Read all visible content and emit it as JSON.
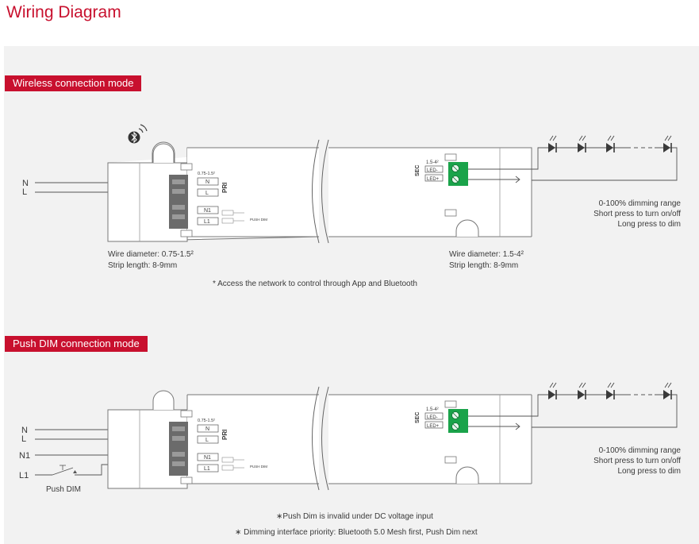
{
  "page": {
    "title": "Wiring Diagram"
  },
  "wireless": {
    "label": "Wireless connection mode",
    "input_terminals": [
      "N",
      "L"
    ],
    "pri_label": "PRI",
    "pri_range": "0.75-1.5²",
    "pri_terminals": [
      "N",
      "L",
      "N1",
      "L1"
    ],
    "push_dim_small": "PUSH DIM",
    "sec_label": "SEC",
    "sec_range": "1.5-4²",
    "sec_terminals": [
      "LED-",
      "LED+"
    ],
    "left_wire": [
      "Wire diameter:  0.75-1.5²",
      "Strip length:  8-9mm"
    ],
    "right_wire": [
      "Wire diameter:  1.5-4²",
      "Strip length:  8-9mm"
    ],
    "dimming": [
      "0-100% dimming range",
      "Short press to turn on/off",
      "Long press to dim"
    ],
    "note": "* Access the network to control through App and Bluetooth"
  },
  "pushdim": {
    "label": "Push DIM connection mode",
    "input_terminals": [
      "N",
      "L",
      "N1",
      "L1"
    ],
    "switch_label": "Push DIM",
    "pri_label": "PRI",
    "pri_range": "0.75-1.5²",
    "pri_terminals": [
      "N",
      "L",
      "N1",
      "L1"
    ],
    "push_dim_small": "PUSH DIM",
    "sec_label": "SEC",
    "sec_range": "1.5-4²",
    "sec_terminals": [
      "LED-",
      "LED+"
    ],
    "dimming": [
      "0-100% dimming range",
      "Short press to turn on/off",
      "Long press to dim"
    ],
    "notes": [
      "∗Push Dim is invalid under DC voltage input",
      "∗ Dimming interface priority: Bluetooth 5.0 Mesh first, Push Dim next"
    ]
  },
  "colors": {
    "accent": "#c8102e",
    "terminal_green": "#1aa34a",
    "terminal_gray": "#6b6b6b"
  },
  "icons": {
    "bluetooth": "bluetooth-icon",
    "led": "led-diode-icon"
  }
}
